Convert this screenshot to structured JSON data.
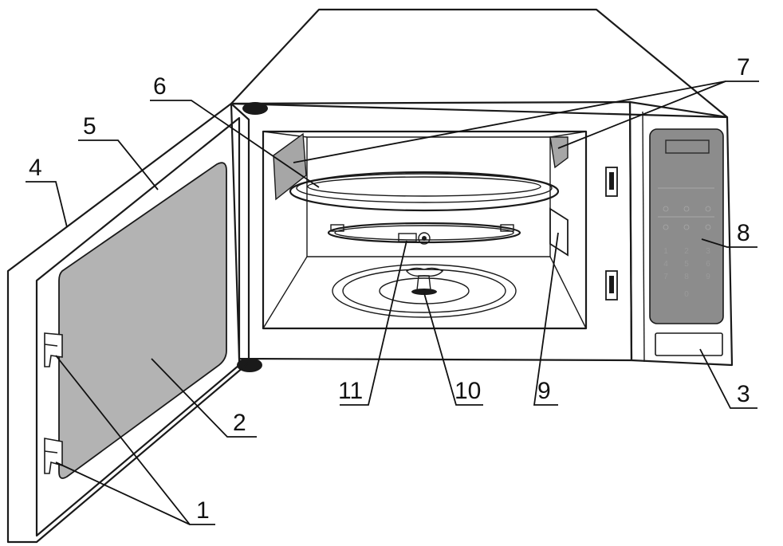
{
  "diagram": {
    "callouts": [
      {
        "id": "1",
        "label": "1"
      },
      {
        "id": "2",
        "label": "2"
      },
      {
        "id": "3",
        "label": "3"
      },
      {
        "id": "4",
        "label": "4"
      },
      {
        "id": "5",
        "label": "5"
      },
      {
        "id": "6",
        "label": "6"
      },
      {
        "id": "7",
        "label": "7"
      },
      {
        "id": "8",
        "label": "8"
      },
      {
        "id": "9",
        "label": "9"
      },
      {
        "id": "10",
        "label": "10"
      },
      {
        "id": "11",
        "label": "11"
      }
    ],
    "keypad": [
      "1",
      "2",
      "3",
      "4",
      "5",
      "6",
      "7",
      "8",
      "9",
      "0"
    ],
    "colors": {
      "line": "#1a1a1a",
      "panel": "#8c8c8c",
      "window": "#b3b3b3",
      "waveguide": "#999999",
      "background": "#ffffff"
    }
  }
}
